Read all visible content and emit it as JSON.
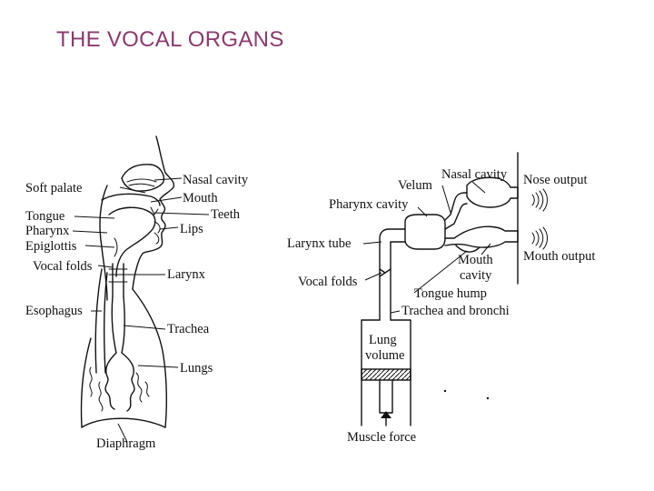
{
  "title": "THE VOCAL ORGANS",
  "colors": {
    "title": "#8b3a6e",
    "ink": "#111111",
    "background": "#ffffff"
  },
  "anatomy_labels": {
    "soft_palate": "Soft palate",
    "nasal_cavity": "Nasal cavity",
    "mouth": "Mouth",
    "teeth": "Teeth",
    "tongue": "Tongue",
    "pharynx": "Pharynx",
    "epiglottis": "Epiglottis",
    "lips": "Lips",
    "vocal_folds": "Vocal folds",
    "larynx": "Larynx",
    "esophagus": "Esophagus",
    "trachea": "Trachea",
    "lungs": "Lungs",
    "diaphragm": "Diaphragm"
  },
  "model_labels": {
    "nasal_cavity": "Nasal cavity",
    "nose_output": "Nose output",
    "velum": "Velum",
    "pharynx_cavity": "Pharynx cavity",
    "larynx_tube": "Larynx tube",
    "mouth_output": "Mouth output",
    "mouth_cavity_line1": "Mouth",
    "mouth_cavity_line2": "cavity",
    "vocal_folds": "Vocal folds",
    "tongue_hump": "Tongue hump",
    "trachea_bronchi": "Trachea and bronchi",
    "lung_volume_line1": "Lung",
    "lung_volume_line2": "volume",
    "muscle_force": "Muscle force"
  }
}
